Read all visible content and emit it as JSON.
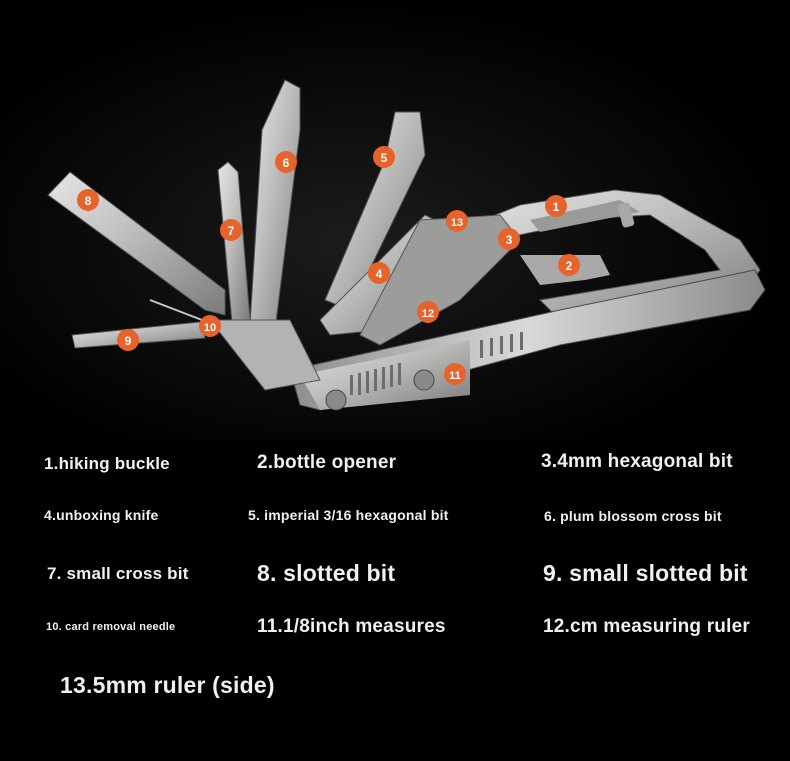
{
  "photo": {
    "subject": "multi-tool keychain with numbered parts",
    "badge_color": "#e8622c",
    "metal_light": "#d8d8d6",
    "metal_dark": "#6f706e",
    "badges": [
      "1",
      "2",
      "3",
      "4",
      "5",
      "6",
      "7",
      "8",
      "9",
      "10",
      "11",
      "12",
      "13"
    ]
  },
  "captions": [
    "1.hiking buckle",
    "2.bottle opener",
    "3.4mm hexagonal bit",
    "4.unboxing knife",
    "5. imperial 3/16 hexagonal bit",
    "6. plum blossom cross bit",
    "7. small cross bit",
    "8. slotted bit",
    "9. small slotted bit",
    "10. card removal needle",
    "11.1/8inch measures",
    "12.cm measuring ruler",
    "13.5mm ruler (side)"
  ]
}
